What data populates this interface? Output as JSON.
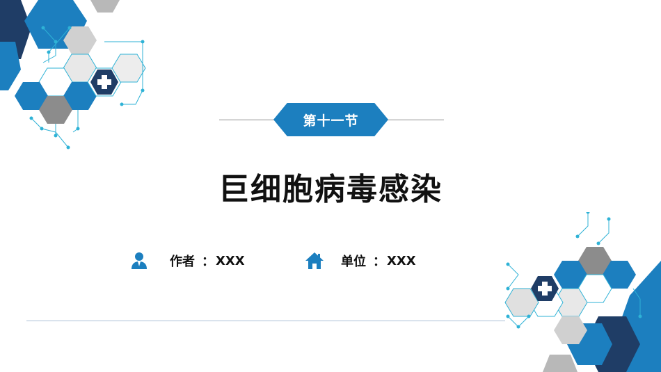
{
  "section": {
    "label": "第十一节"
  },
  "title": "巨细胞病毒感染",
  "author": {
    "label": "作者",
    "separator": "：",
    "value": "XXX",
    "icon": "person-icon"
  },
  "unit": {
    "label": "单位",
    "separator": "：",
    "value": "XXX",
    "icon": "home-icon"
  },
  "colors": {
    "primary_blue": "#1c7fbf",
    "navy": "#1f3d66",
    "gray": "#8c8c8c",
    "light_gray": "#d9d9d9",
    "cyan_line": "#2eb2d6"
  }
}
